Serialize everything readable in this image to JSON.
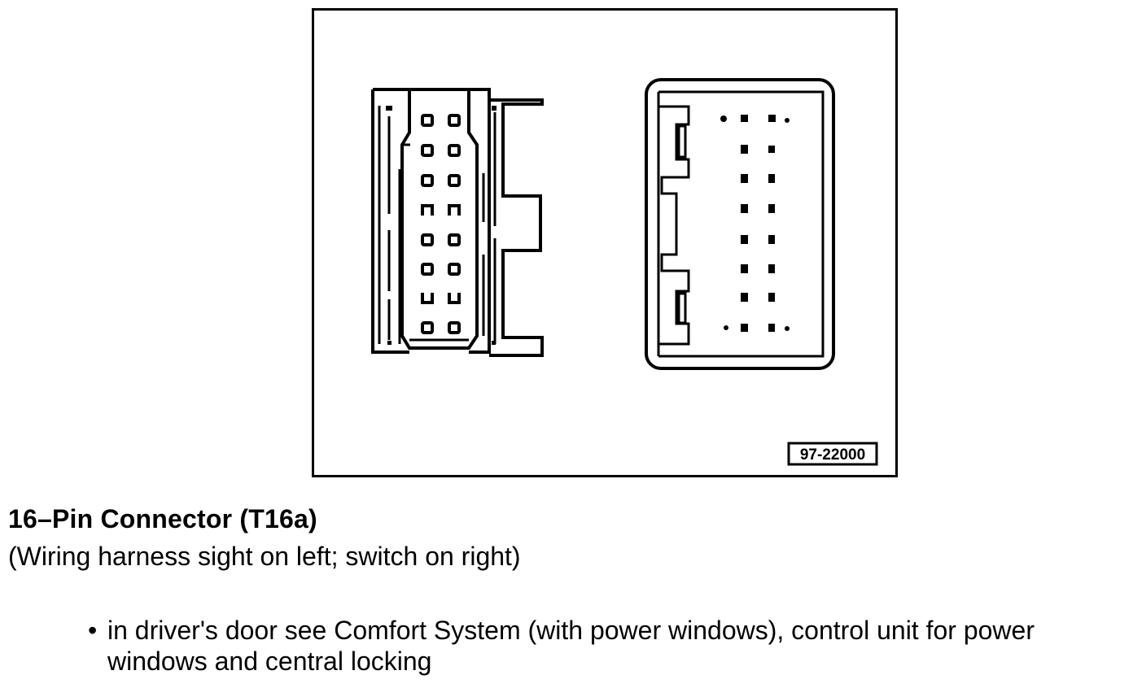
{
  "diagram": {
    "figure_code": "97-22000",
    "left_connector_label": "wiring-harness-side",
    "right_connector_label": "switch-side"
  },
  "caption": {
    "title": "16–Pin Connector (T16a)",
    "subtitle": "(Wiring harness sight on left; switch on right)"
  },
  "note": {
    "bullet": "•",
    "text": "in driver's door  see Comfort System (with power windows), control unit for power windows and central locking"
  }
}
